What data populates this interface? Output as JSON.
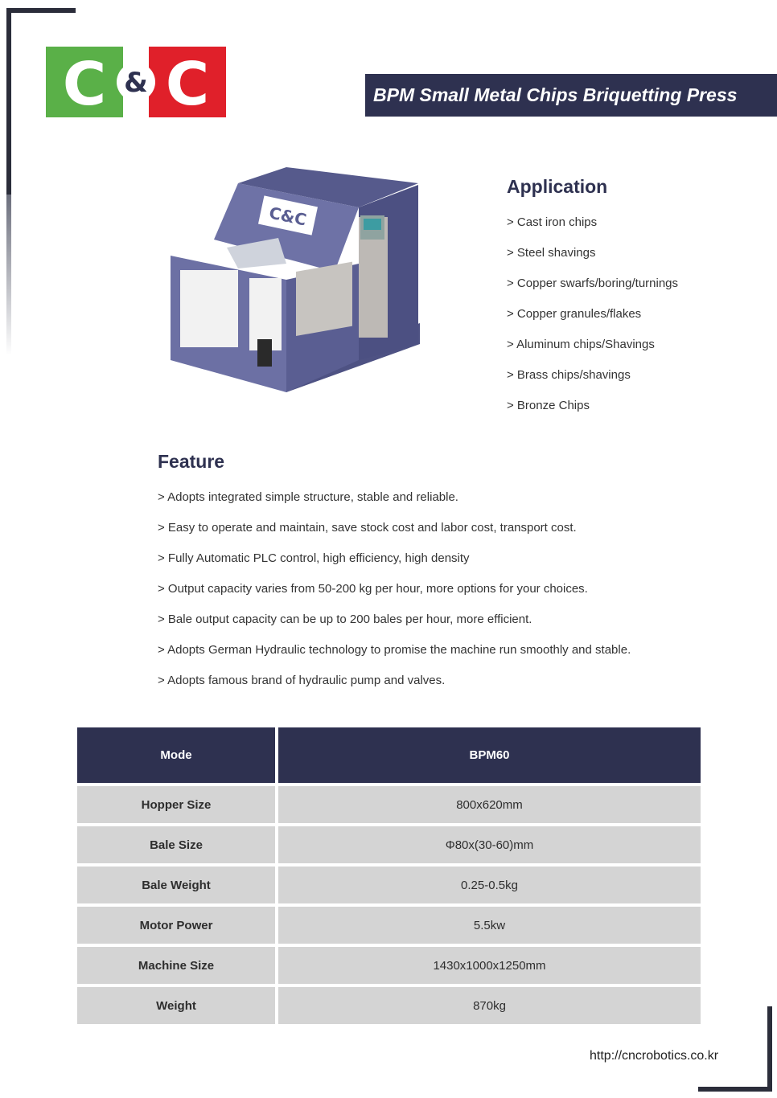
{
  "logo": {
    "left_letter": "C",
    "amp": "&",
    "right_letter": "C",
    "colors": {
      "green": "#5ab048",
      "red": "#e0202a",
      "navy": "#2e3150"
    }
  },
  "title": "BPM Small Metal Chips Briquetting Press",
  "machine_image": {
    "logo_text": "C&C"
  },
  "application": {
    "heading": "Application",
    "items": [
      "> Cast iron chips",
      "> Steel shavings",
      "> Copper swarfs/boring/turnings",
      "> Copper granules/flakes",
      "> Aluminum chips/Shavings",
      "> Brass chips/shavings",
      "> Bronze Chips"
    ]
  },
  "feature": {
    "heading": "Feature",
    "items": [
      "> Adopts integrated simple structure, stable and reliable.",
      "> Easy to operate and maintain, save stock cost and labor cost, transport cost.",
      "> Fully Automatic PLC control, high efficiency, high density",
      "> Output capacity varies from 50-200 kg per hour, more options for your choices.",
      "> Bale output capacity can be up to 200 bales per hour, more efficient.",
      "> Adopts German Hydraulic technology to promise the machine run smoothly and stable.",
      "> Adopts famous brand of hydraulic pump and valves."
    ]
  },
  "spec_table": {
    "header": {
      "label": "Mode",
      "value": "BPM60"
    },
    "rows": [
      {
        "label": "Hopper Size",
        "value": "800x620mm"
      },
      {
        "label": "Bale Size",
        "value": "Φ80x(30-60)mm"
      },
      {
        "label": "Bale Weight",
        "value": "0.25-0.5kg"
      },
      {
        "label": "Motor Power",
        "value": "5.5kw"
      },
      {
        "label": "Machine Size",
        "value": "1430x1000x1250mm"
      },
      {
        "label": "Weight",
        "value": "870kg"
      }
    ]
  },
  "footer": {
    "url": "http://cncrobotics.co.kr"
  }
}
